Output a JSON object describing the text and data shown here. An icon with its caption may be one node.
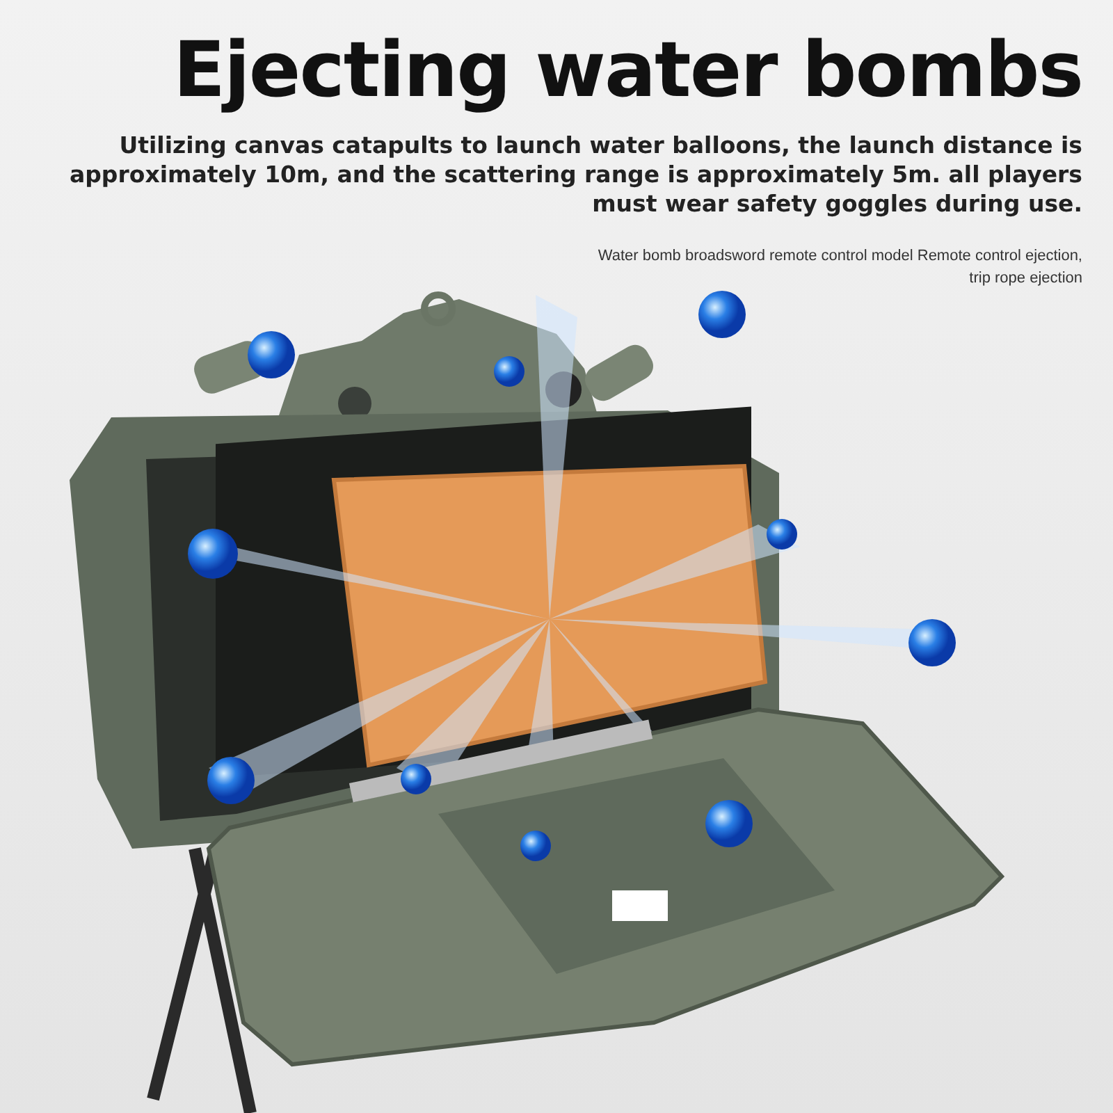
{
  "diagram": {
    "title": "Ejecting water bombs",
    "labels": [
      "Utilizing canvas catapults to launch water balloons, the launch distance is approximately 10m, and the scattering range is approximately 5m. all players must wear safety goggles during use.",
      "Water bomb broadsword remote control model Remote control ejection, trip rope ejection"
    ]
  }
}
